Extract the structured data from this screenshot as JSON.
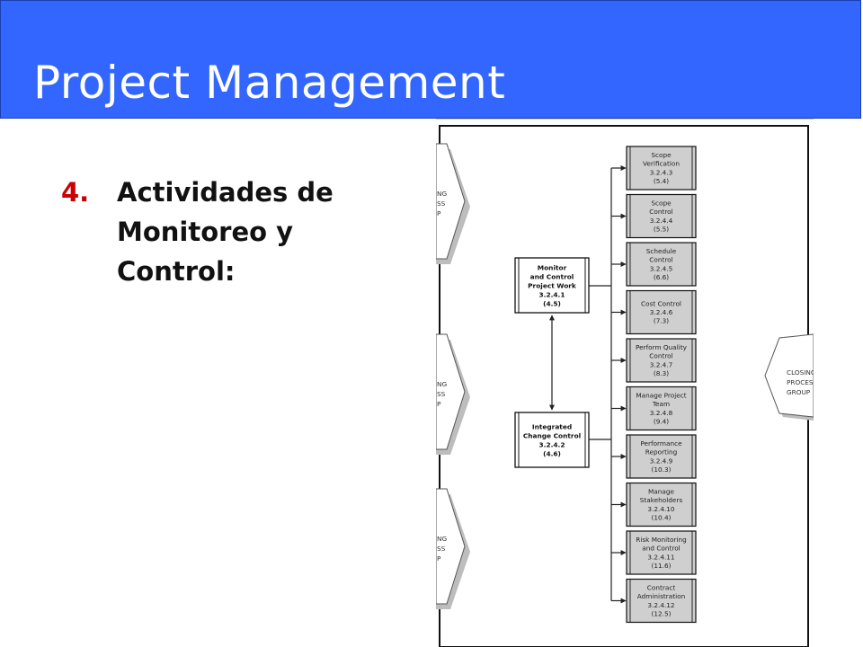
{
  "slide": {
    "title": "Project Management",
    "point_number": "4.",
    "point_text": "Actividades de\nMonitoreo y\nControl:"
  },
  "colors": {
    "header_bg": "#3366ff",
    "number_red": "#cc0000",
    "process_box_fill": "#cfcfcf"
  },
  "diagram": {
    "left_partial_labels": [
      [
        "NG",
        "SS",
        "P"
      ],
      [
        "NG",
        "SS",
        "P"
      ],
      [
        "NG",
        "SS",
        "P"
      ]
    ],
    "right_partial_label": [
      "CLOSING",
      "PROCES",
      "GROUP"
    ],
    "monitor_box": [
      "Monitor",
      "and Control",
      "Project Work",
      "3.2.4.1",
      "(4.5)"
    ],
    "change_box": [
      "Integrated",
      "Change Control",
      "3.2.4.2",
      "(4.6)"
    ],
    "processes": [
      [
        "Scope",
        "Verification",
        "3.2.4.3",
        "(5.4)"
      ],
      [
        "Scope",
        "Control",
        "3.2.4.4",
        "(5.5)"
      ],
      [
        "Schedule",
        "Control",
        "3.2.4.5",
        "(6.6)"
      ],
      [
        "Cost Control",
        "3.2.4.6",
        "(7.3)"
      ],
      [
        "Perform Quality",
        "Control",
        "3.2.4.7",
        "(8.3)"
      ],
      [
        "Manage Project",
        "Team",
        "3.2.4.8",
        "(9.4)"
      ],
      [
        "Performance",
        "Reporting",
        "3.2.4.9",
        "(10.3)"
      ],
      [
        "Manage",
        "Stakeholders",
        "3.2.4.10",
        "(10.4)"
      ],
      [
        "Risk Monitoring",
        "and Control",
        "3.2.4.11",
        "(11.6)"
      ],
      [
        "Contract",
        "Administration",
        "3.2.4.12",
        "(12.5)"
      ]
    ]
  }
}
